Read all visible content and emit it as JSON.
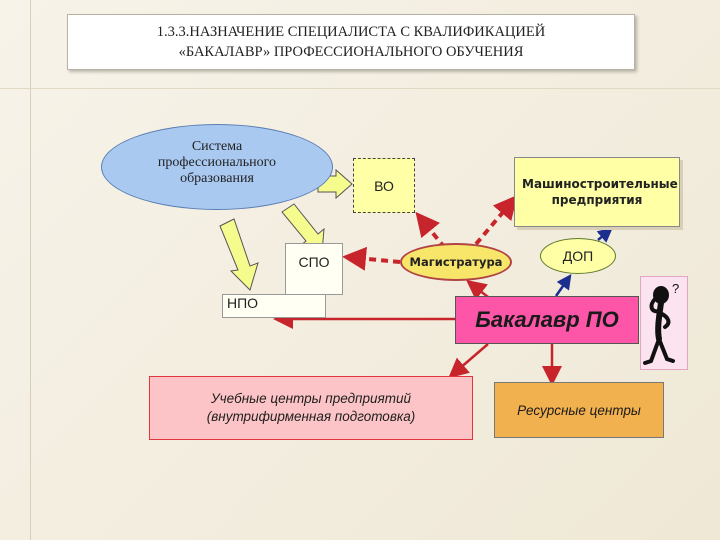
{
  "title": {
    "line1": "1.3.3.НАЗНАЧЕНИЕ СПЕЦИАЛИСТА С КВАЛИФИКАЦИЕЙ",
    "line2": "«БАКАЛАВР» ПРОФЕССИОНАЛЬНОГО ОБУЧЕНИЯ"
  },
  "nodes": {
    "system": "Система профессионального образования",
    "vo": "ВО",
    "mash": "Машиностроительные предприятия",
    "spo": "СПО",
    "npo": "НПО",
    "magistratura": "Магистратура",
    "dop": "ДОП",
    "bakalavr": "Бакалавр ПО",
    "ucheb_line1": "Учебные центры предприятий",
    "ucheb_line2": "(внутрифирменная подготовка)",
    "resursnye": "Ресурсные центры"
  },
  "colors": {
    "arrow_red": "#c8242b",
    "arrow_blue": "#1c2f8f",
    "block_arrow_fill": "#f6fb8e"
  },
  "figure": {
    "question_mark": "?"
  }
}
